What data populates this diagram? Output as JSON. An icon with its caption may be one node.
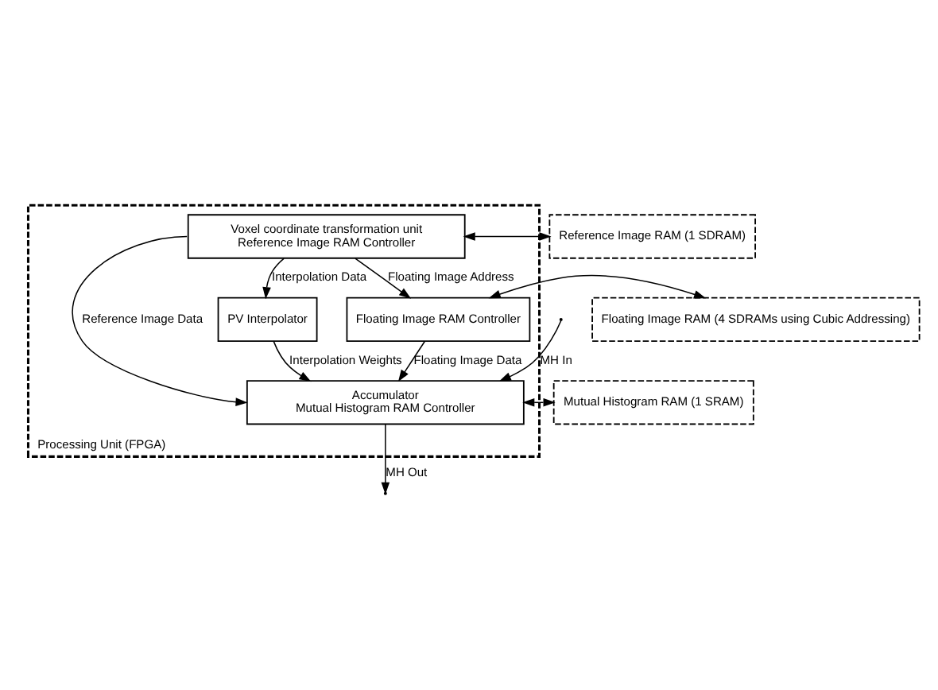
{
  "diagram": {
    "nodes": [
      {
        "text": [
          "Processing Unit (FPGA)"
        ]
      },
      {
        "text": [
          "Voxel coordinate transformation unit",
          "Reference Image RAM Controller"
        ],
        "in": 0
      },
      {
        "text": [
          "PV Interpolator"
        ],
        "in": 0
      },
      {
        "text": [
          "Floating Image RAM Controller"
        ],
        "in": 0
      },
      {
        "text": [
          "Accumulator",
          "Mutual Histogram RAM Controller"
        ],
        "in": 0
      },
      {
        "text": [
          "Reference Image RAM (1 SDRAM)"
        ]
      },
      {
        "text": [
          "Floating Image RAM (4 SDRAMs using Cubic Addressing)"
        ]
      },
      {
        "text": [
          "Mutual Histogram RAM (1 SRAM)"
        ]
      }
    ],
    "edges": [
      {
        "from": 1,
        "to": 2,
        "label": "Interpolation Data",
        "arrow": "to"
      },
      {
        "from": 1,
        "to": 3,
        "label": "Floating Image Address",
        "arrow": "to"
      },
      {
        "from": 2,
        "to": 4,
        "label": "Interpolation Weights",
        "arrow": "to"
      },
      {
        "from": 3,
        "to": 4,
        "label": "Floating Image Data",
        "arrow": "to"
      },
      {
        "from": 1,
        "to": 4,
        "label": "Reference Image Data",
        "arrow": "to"
      },
      {
        "from": 1,
        "to": 5,
        "arrow": "both"
      },
      {
        "from": 3,
        "to": 6,
        "arrow": "both"
      },
      {
        "from": 4,
        "to": 7,
        "arrow": "both"
      },
      {
        "from": null,
        "to": 4,
        "label": "MH In",
        "arrow": "to"
      },
      {
        "from": 4,
        "to": null,
        "label": "MH Out",
        "arrow": "to"
      }
    ]
  }
}
